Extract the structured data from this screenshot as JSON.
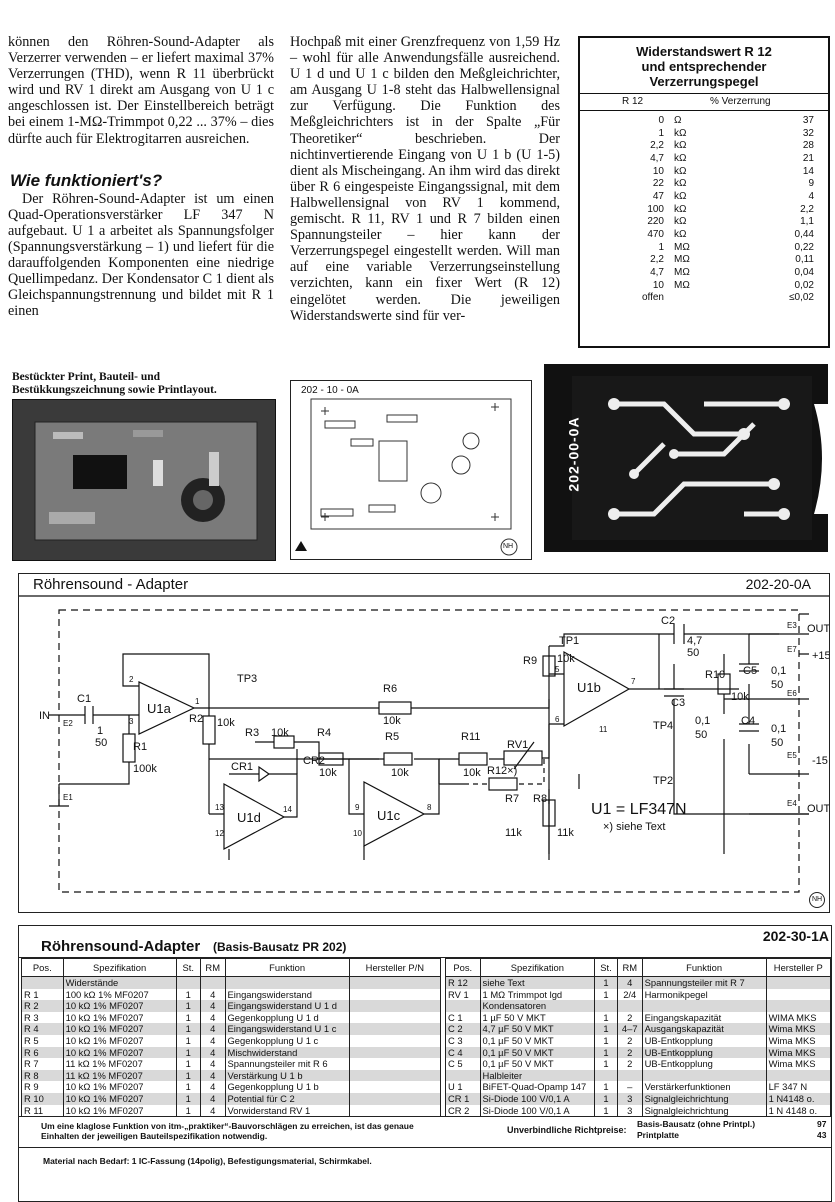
{
  "col1": {
    "para1": "können den Röhren-Sound-Adapter als Verzerrer verwenden – er liefert maximal 37% Verzerrungen (THD), wenn R 11 überbrückt wird und RV 1 direkt am Ausgang von U 1 c angeschlossen ist. Der Einstellbereich beträgt bei einem 1-MΩ-Trimmpot 0,22 ... 37% – dies dürfte auch für Elektrogitarren ausreichen.",
    "heading": "Wie funktioniert's?",
    "para2": "Der Röhren-Sound-Adapter ist um einen Quad-Operationsverstärker LF 347 N aufgebaut. U 1 a arbeitet als Spannungsfolger (Spannungsverstärkung – 1) und liefert für die darauffolgenden Komponenten eine niedrige Quellimpedanz. Der Kondensator C 1 dient als Gleichspannungstrennung und bildet mit R 1 einen"
  },
  "col2": {
    "para": "Hochpaß mit einer Grenzfrequenz von 1,59 Hz – wohl für alle Anwendungsfälle ausreichend. U 1 d und U 1 c bilden den Meßgleichrichter, am Ausgang U 1-8 steht das Halbwellensignal zur Verfügung. Die Funktion des Meßgleichrichters ist in der Spalte „Für Theoretiker“ beschrieben. Der nichtinvertierende Eingang von U 1 b (U 1-5) dient als Mischeingang. An ihm wird das direkt über R 6 eingespeiste Eingangssignal, mit dem Halbwellensignal von RV 1 kommend, gemischt. R 11, RV 1 und R 7 bilden einen Spannungsteiler – hier kann der Verzerrungspegel eingestellt werden. Will man auf eine variable Verzerrungseinstellung verzichten, kann ein fixer Wert (R 12) eingelötet werden. Die jeweiligen Widerstandswerte sind für ver-"
  },
  "rtable": {
    "title_line1": "Widerstandswert R 12",
    "title_line2": "und entsprechender",
    "title_line3": "Verzerrungspegel",
    "col_r": "R 12",
    "col_pct": "% Verzerrung",
    "rows": [
      {
        "val": "0",
        "unit": "Ω",
        "pct": "37"
      },
      {
        "val": "1",
        "unit": "kΩ",
        "pct": "32"
      },
      {
        "val": "2,2",
        "unit": "kΩ",
        "pct": "28"
      },
      {
        "val": "4,7",
        "unit": "kΩ",
        "pct": "21"
      },
      {
        "val": "10",
        "unit": "kΩ",
        "pct": "14"
      },
      {
        "val": "22",
        "unit": "kΩ",
        "pct": "9"
      },
      {
        "val": "47",
        "unit": "kΩ",
        "pct": "4"
      },
      {
        "val": "100",
        "unit": "kΩ",
        "pct": "2,2"
      },
      {
        "val": "220",
        "unit": "kΩ",
        "pct": "1,1"
      },
      {
        "val": "470",
        "unit": "kΩ",
        "pct": "0,44"
      },
      {
        "val": "1",
        "unit": "MΩ",
        "pct": "0,22"
      },
      {
        "val": "2,2",
        "unit": "MΩ",
        "pct": "0,11"
      },
      {
        "val": "4,7",
        "unit": "MΩ",
        "pct": "0,04"
      },
      {
        "val": "10",
        "unit": "MΩ",
        "pct": "0,02"
      },
      {
        "val": "offen",
        "unit": "",
        "pct": "≤0,02"
      }
    ]
  },
  "photo_caption": "Bestückter Print, Bauteil- und Bestükkungszeichnung sowie Printlayout.",
  "layout_label": "202 - 10 - 0A",
  "pcb_label": "202-00-0A",
  "nh": "NH",
  "schematic": {
    "title": "Röhrensound - Adapter",
    "code": "202-20-0A",
    "formula": "U1 = LF347N",
    "note": "×) siehe Text",
    "labels": {
      "in": "IN",
      "out": "OUT",
      "out2": "OUT",
      "p15": "+15",
      "m15": "-15",
      "c1": "C1",
      "c1v": "1",
      "c1v2": "50",
      "r1": "R1",
      "r1v": "100k",
      "u1a": "U1a",
      "r2": "R2",
      "r2v": "10k",
      "tp3": "TP3",
      "r6": "R6",
      "r6v": "10k",
      "r3": "R3",
      "r3v": "10k",
      "r4": "R4",
      "r4v": "10k",
      "r5": "R5",
      "r5v": "10k",
      "r11": "R11",
      "r11v": "10k",
      "rv1": "RV1",
      "r12": "R12×)",
      "cr1": "CR1",
      "cr2": "CR2",
      "u1d": "U1d",
      "u1c": "U1c",
      "r7": "R7",
      "r7v": "11k",
      "r8": "R8",
      "r8v": "11k",
      "r9": "R9",
      "r9v": "10k",
      "tp1": "TP1",
      "u1b": "U1b",
      "tp4": "TP4",
      "tp2": "TP2",
      "c2": "C2",
      "c2v": "4,7",
      "c2v2": "50",
      "c3": "C3",
      "c3v": "0,1",
      "c3v2": "50",
      "r10": "R10",
      "r10v": "10k",
      "c5": "C5",
      "c5v": "0,1",
      "c5v2": "50",
      "c4": "C4",
      "c4v": "0,1",
      "c4v2": "50",
      "e1": "E1",
      "e2": "E2",
      "e3": "E3",
      "e4": "E4",
      "e5": "E5",
      "e6": "E6",
      "e7": "E7",
      "p1": "1",
      "p2": "2",
      "p3": "3",
      "p5": "5",
      "p6": "6",
      "p7": "7",
      "p8": "8",
      "p9": "9",
      "p10": "10",
      "p11": "11",
      "p12": "12",
      "p13": "13",
      "p14": "14"
    }
  },
  "parts": {
    "title": "Röhrensound-Adapter",
    "subtitle": "(Basis-Bausatz PR 202)",
    "code": "202-30-1A",
    "headers": [
      "Pos.",
      "Spezifikation",
      "St.",
      "RM",
      "Funktion",
      "Hersteller P/N"
    ],
    "headers_right": [
      "Pos.",
      "Spezifikation",
      "St.",
      "RM",
      "Funktion",
      "Hersteller P"
    ],
    "left_rows": [
      {
        "pos": "",
        "spec": "Widerstände",
        "st": "",
        "rm": "",
        "fn": ""
      },
      {
        "pos": "R 1",
        "spec": "100 kΩ 1% MF0207",
        "st": "1",
        "rm": "4",
        "fn": "Eingangswiderstand"
      },
      {
        "pos": "R 2",
        "spec": "10 kΩ 1% MF0207",
        "st": "1",
        "rm": "4",
        "fn": "Eingangswiderstand U 1 d"
      },
      {
        "pos": "R 3",
        "spec": "10 kΩ 1% MF0207",
        "st": "1",
        "rm": "4",
        "fn": "Gegenkopplung U 1 d"
      },
      {
        "pos": "R 4",
        "spec": "10 kΩ 1% MF0207",
        "st": "1",
        "rm": "4",
        "fn": "Eingangswiderstand U 1 c"
      },
      {
        "pos": "R 5",
        "spec": "10 kΩ 1% MF0207",
        "st": "1",
        "rm": "4",
        "fn": "Gegenkopplung U 1 c"
      },
      {
        "pos": "R 6",
        "spec": "10 kΩ 1% MF0207",
        "st": "1",
        "rm": "4",
        "fn": "Mischwiderstand"
      },
      {
        "pos": "R 7",
        "spec": "11 kΩ 1% MF0207",
        "st": "1",
        "rm": "4",
        "fn": "Spannungsteiler mit R 6"
      },
      {
        "pos": "R 8",
        "spec": "11 kΩ 1% MF0207",
        "st": "1",
        "rm": "4",
        "fn": "Verstärkung U 1 b"
      },
      {
        "pos": "R 9",
        "spec": "10 kΩ 1% MF0207",
        "st": "1",
        "rm": "4",
        "fn": "Gegenkopplung U 1 b"
      },
      {
        "pos": "R 10",
        "spec": "10 kΩ 1% MF0207",
        "st": "1",
        "rm": "4",
        "fn": "Potential für C 2"
      },
      {
        "pos": "R 11",
        "spec": "10 kΩ 1% MF0207",
        "st": "1",
        "rm": "4",
        "fn": "Vorwiderstand RV 1"
      }
    ],
    "right_rows": [
      {
        "pos": "R 12",
        "spec": "siehe Text",
        "st": "1",
        "rm": "4",
        "fn": "Spannungsteiler mit R 7",
        "hp": ""
      },
      {
        "pos": "RV 1",
        "spec": "1 MΩ Trimmpot lgd",
        "st": "1",
        "rm": "2/4",
        "fn": "Harmonikpegel",
        "hp": ""
      },
      {
        "pos": "",
        "spec": "Kondensatoren",
        "st": "",
        "rm": "",
        "fn": "",
        "hp": ""
      },
      {
        "pos": "C 1",
        "spec": "1 µF 50 V MKT",
        "st": "1",
        "rm": "2",
        "fn": "Eingangskapazität",
        "hp": "WIMA MKS"
      },
      {
        "pos": "C 2",
        "spec": "4,7 µF 50 V MKT",
        "st": "1",
        "rm": "4–7",
        "fn": "Ausgangskapazität",
        "hp": "Wima MKS"
      },
      {
        "pos": "C 3",
        "spec": "0,1 µF 50 V MKT",
        "st": "1",
        "rm": "2",
        "fn": "UB-Entkopplung",
        "hp": "Wima MKS"
      },
      {
        "pos": "C 4",
        "spec": "0,1 µF 50 V MKT",
        "st": "1",
        "rm": "2",
        "fn": "UB-Entkopplung",
        "hp": "Wima MKS"
      },
      {
        "pos": "C 5",
        "spec": "0,1 µF 50 V MKT",
        "st": "1",
        "rm": "2",
        "fn": "UB-Entkopplung",
        "hp": "Wima MKS"
      },
      {
        "pos": "",
        "spec": "Halbleiter",
        "st": "",
        "rm": "",
        "fn": "",
        "hp": ""
      },
      {
        "pos": "U 1",
        "spec": "BiFET-Quad-Opamp 147",
        "st": "1",
        "rm": "–",
        "fn": "Verstärkerfunktionen",
        "hp": "LF 347 N"
      },
      {
        "pos": "CR 1",
        "spec": "Si-Diode 100 V/0,1 A",
        "st": "1",
        "rm": "3",
        "fn": "Signalgleichrichtung",
        "hp": "1 N4148 o."
      },
      {
        "pos": "CR 2",
        "spec": "Si-Diode 100 V/0,1 A",
        "st": "1",
        "rm": "3",
        "fn": "Signalgleichrichtung",
        "hp": "1 N 4148 o."
      }
    ],
    "footnote": "Um eine klaglose Funktion von itm-„praktiker“-Bauvorschlägen zu erreichen, ist das genaue Einhalten der jeweiligen Bauteilspezifikation notwendig.",
    "price_label": "Unverbindliche Richtpreise:",
    "price_item1": "Basis-Bausatz (ohne Printpl.)",
    "price_item2": "Printplatte",
    "price1": "97",
    "price2": "43",
    "material": "Material nach Bedarf: 1 IC-Fassung (14polig), Befestigungsmaterial, Schirmkabel."
  }
}
